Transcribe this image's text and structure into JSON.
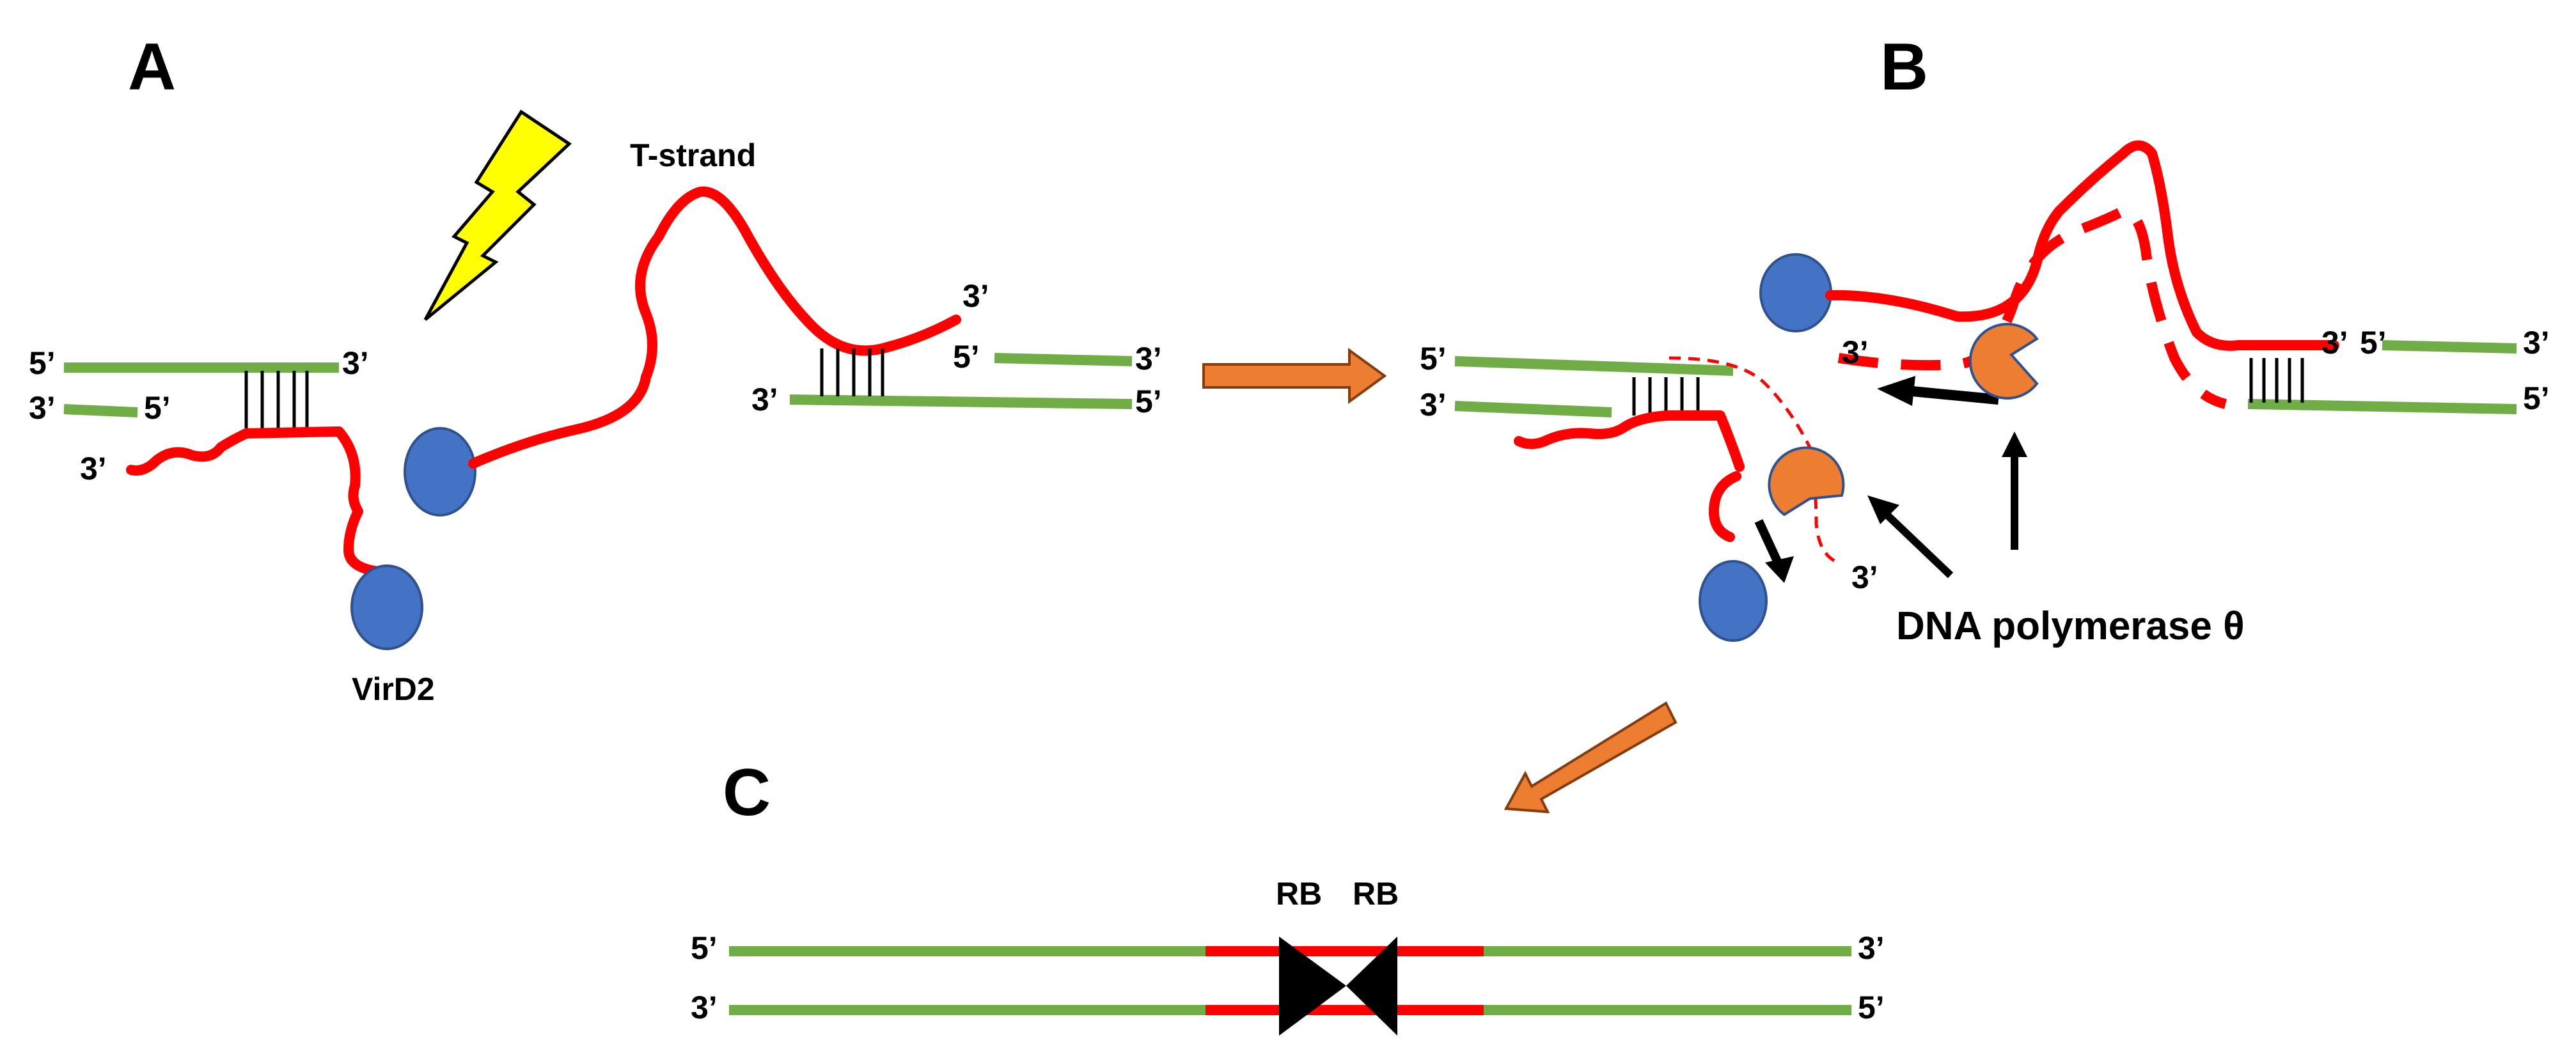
{
  "panels": {
    "a": "A",
    "b": "B",
    "c": "C"
  },
  "labels": {
    "t_strand": "T-strand",
    "virD2": "VirD2",
    "polymerase": "DNA polymerase θ",
    "rb_left": "RB",
    "rb_right": "RB",
    "five_prime": "5’",
    "three_prime": "3’"
  },
  "colors": {
    "host_dna": "#70ad47",
    "t_strand": "#ff0000",
    "virD2_protein": "#4472c4",
    "polymerase": "#ed7d31",
    "lightning": "#ffff00"
  },
  "icons": [
    "lightning-bolt-icon",
    "process-arrow-icon",
    "black-arrow-icon",
    "pacman-polymerase-icon"
  ]
}
